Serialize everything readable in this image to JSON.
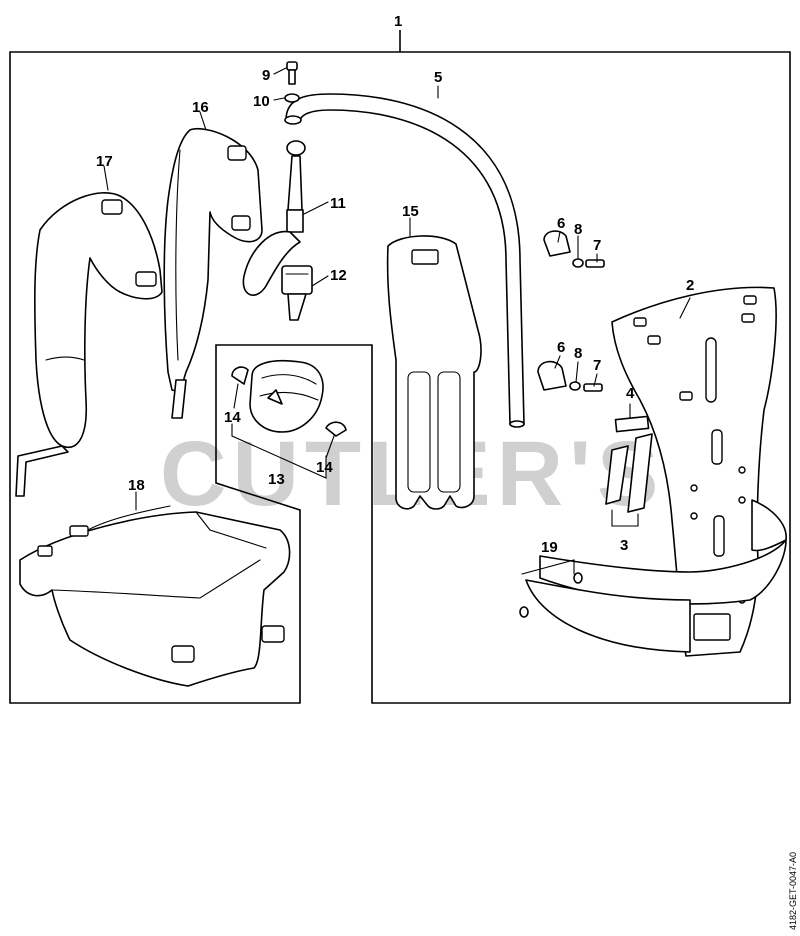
{
  "watermark": "CUTLER'S",
  "document_code": "4182-GET-0047-A0",
  "callouts": {
    "c1": "1",
    "c2": "2",
    "c3": "3",
    "c4": "4",
    "c5": "5",
    "c6a": "6",
    "c6b": "6",
    "c7a": "7",
    "c7b": "7",
    "c8a": "8",
    "c8b": "8",
    "c9": "9",
    "c10": "10",
    "c11": "11",
    "c12": "12",
    "c13": "13",
    "c14a": "14",
    "c14b": "14",
    "c15": "15",
    "c16": "16",
    "c17": "17",
    "c18": "18",
    "c19": "19"
  }
}
